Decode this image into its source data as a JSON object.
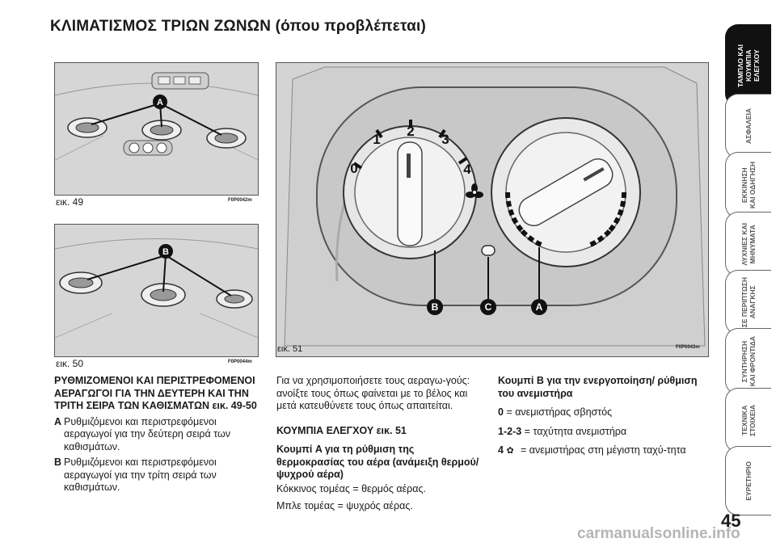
{
  "page": {
    "title": "ΚΛΙΜΑΤΙΣΜΟΣ ΤΡΙΩΝ ΖΩΝΩΝ (όπου προβλέπεται)",
    "page_number": "45",
    "watermark": "carmanualsonline.info"
  },
  "figures": {
    "fig49": {
      "caption": "εικ. 49",
      "code": "F0P0042m",
      "label_a": "A"
    },
    "fig50": {
      "caption": "εικ. 50",
      "code": "F0P0044m",
      "label_b": "B"
    },
    "fig51": {
      "caption": "εικ. 51",
      "code": "F0P0043m",
      "dial_numbers": [
        "0",
        "1",
        "2",
        "3",
        "4"
      ],
      "label_b": "B",
      "label_c": "C",
      "label_a": "A"
    }
  },
  "col1": {
    "heading": "ΡΥΘΜΙΖΟΜΕΝΟΙ ΚΑΙ ΠΕΡΙΣΤΡΕΦΟΜΕΝΟΙ ΑΕΡΑΓΩΓΟΙ ΓΙΑ ΤΗΝ ΔΕΥΤΕΡΗ ΚΑΙ ΤΗΝ ΤΡΙΤΗ ΣΕΙΡΑ ΤΩΝ ΚΑΘΙΣΜΑΤΩΝ εικ. 49-50",
    "item_a_key": "A",
    "item_a_text": "Ρυθμιζόμενοι και περιστρεφόμενοι αεραγωγοί για την δεύτερη σειρά των καθισμάτων.",
    "item_b_key": "B",
    "item_b_text": "Ρυθμιζόμενοι και περιστρεφόμενοι αεραγωγοί για την τρίτη σειρά των καθισμάτων."
  },
  "col2": {
    "intro": "Για να χρησιμοποιήσετε τους αεραγω-γούς: ανοίξτε τους όπως φαίνεται με το βέλος και μετά κατευθύνετε τους όπως απαιτείται.",
    "heading": "ΚΟΥΜΠΙΑ ΕΛΕΓΧΟΥ εικ. 51",
    "sub_heading": "Κουμπί A για τη ρύθμιση της θερμοκρασίας του αέρα (ανάμειξη θερμού/ψυχρού αέρα)",
    "red_text": "Κόκκινος τομέας = θερμός αέρας.",
    "blue_text": "Μπλε τομέας = ψυχρός αέρας."
  },
  "col3": {
    "heading": "Κουμπί B για την ενεργοποίηση/ ρύθμιση του ανεμιστήρα",
    "line_0_key": "0",
    "line_0_text": "= ανεμιστήρας σβηστός",
    "line_123_key": "1-2-3",
    "line_123_text": "= ταχύτητα ανεμιστήρα",
    "line_4_key": "4",
    "line_4_text": "= ανεμιστήρας στη μέγιστη ταχύ-τητα"
  },
  "sidebar": {
    "tabs": [
      {
        "label": "ΤΑΜΠΛΟ ΚΑΙ\nΚΟΥΜΠΙΑ\nΕΛΕΓΧΟΥ",
        "active": true
      },
      {
        "label": "ΑΣΦΑΛΕΙΑ",
        "active": false
      },
      {
        "label": "ΕΚΚΙΝΗΣΗ\nΚΑΙ ΟΔΗΓΗΣΗ",
        "active": false
      },
      {
        "label": "ΛΥΧΝΙΕΣ ΚΑΙ\nΜΗΝΥΜΑΤΑ",
        "active": false
      },
      {
        "label": "ΣΕ ΠΕΡΙΠΤΩΣΗ\nΑΝΑΓΚΗΣ",
        "active": false
      },
      {
        "label": "ΣΥΝΤΗΡΗΣΗ\nΚΑΙ ΦΡΟΝΤΙΔΑ",
        "active": false
      },
      {
        "label": "ΤΕΧΝΙΚΑ\nΣΤΟΙΧΕΙΑ",
        "active": false
      },
      {
        "label": "ΕΥΡΕΤΗΡΙΟ",
        "active": false
      }
    ]
  }
}
